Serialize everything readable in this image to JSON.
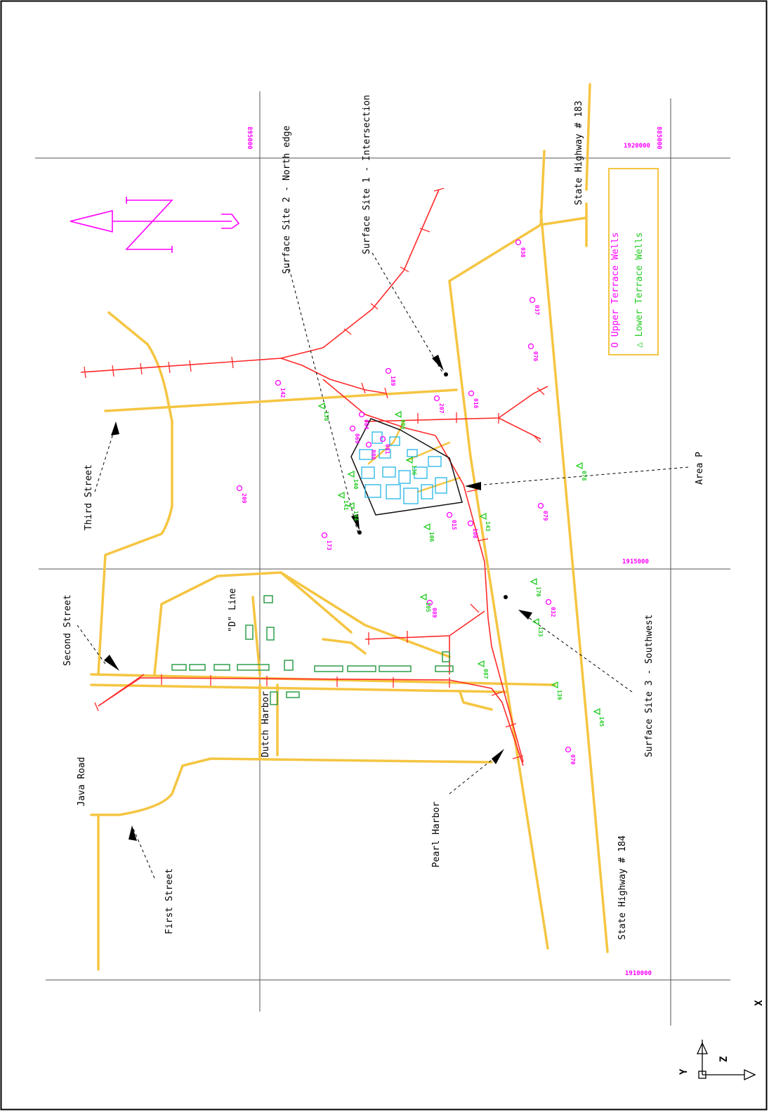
{
  "colors": {
    "road": "#f5c542",
    "pipeline": "#ff2a2a",
    "upper_well": "#ff00ff",
    "lower_well": "#22cc22",
    "building_cyan": "#22b5e6",
    "building_green": "#2e9e4a",
    "grid": "#555555",
    "north_arrow": "#ff00ff",
    "legend_border": "#f5c542",
    "area_outline": "#111111"
  },
  "north_arrow": {
    "letter": "N",
    "icon": "north-arrow-icon"
  },
  "legend": {
    "upper": "O Upper Terrace Wells",
    "lower": "△ Lower Terrace Wells"
  },
  "grid_labels": {
    "x_top": "895000",
    "x_top_right": "885000",
    "y1": "1920000",
    "y2": "1915000",
    "y3": "1910000"
  },
  "labels": {
    "third_street": "Third Street",
    "second_street": "Second Street",
    "first_street": "First Street",
    "java_road": "Java Road",
    "d_line": "\"D\" Line",
    "dutch_harbor": "Dutch Harbor",
    "pearl_harbor": "Pearl Harbor",
    "area_p": "Area P",
    "site1": "Surface Site 1 - Intersection",
    "site2": "Surface Site 2 - North edge",
    "site3": "Surface Site 3 - Southwest",
    "hwy183": "State Highway # 183",
    "hwy184": "State Highway # 184"
  },
  "upper_wells": [
    {
      "id": "142"
    },
    {
      "id": "189"
    },
    {
      "id": "207"
    },
    {
      "id": "016"
    },
    {
      "id": "038"
    },
    {
      "id": "037"
    },
    {
      "id": "076"
    },
    {
      "id": "079"
    },
    {
      "id": "209"
    },
    {
      "id": "173"
    },
    {
      "id": "089"
    },
    {
      "id": "032"
    },
    {
      "id": "070"
    },
    {
      "id": "069"
    },
    {
      "id": "108"
    },
    {
      "id": "080"
    },
    {
      "id": "081"
    },
    {
      "id": "084"
    },
    {
      "id": "015"
    }
  ],
  "lower_wells": [
    {
      "id": "138"
    },
    {
      "id": "141"
    },
    {
      "id": "140"
    },
    {
      "id": "144"
    },
    {
      "id": "106"
    },
    {
      "id": "170"
    },
    {
      "id": "133"
    },
    {
      "id": "087"
    },
    {
      "id": "139"
    },
    {
      "id": "145"
    },
    {
      "id": "078"
    },
    {
      "id": "105"
    },
    {
      "id": "143"
    },
    {
      "id": "086"
    },
    {
      "id": "136"
    }
  ],
  "axis_triad": {
    "y": "Y",
    "z": "Z",
    "x": "X"
  }
}
